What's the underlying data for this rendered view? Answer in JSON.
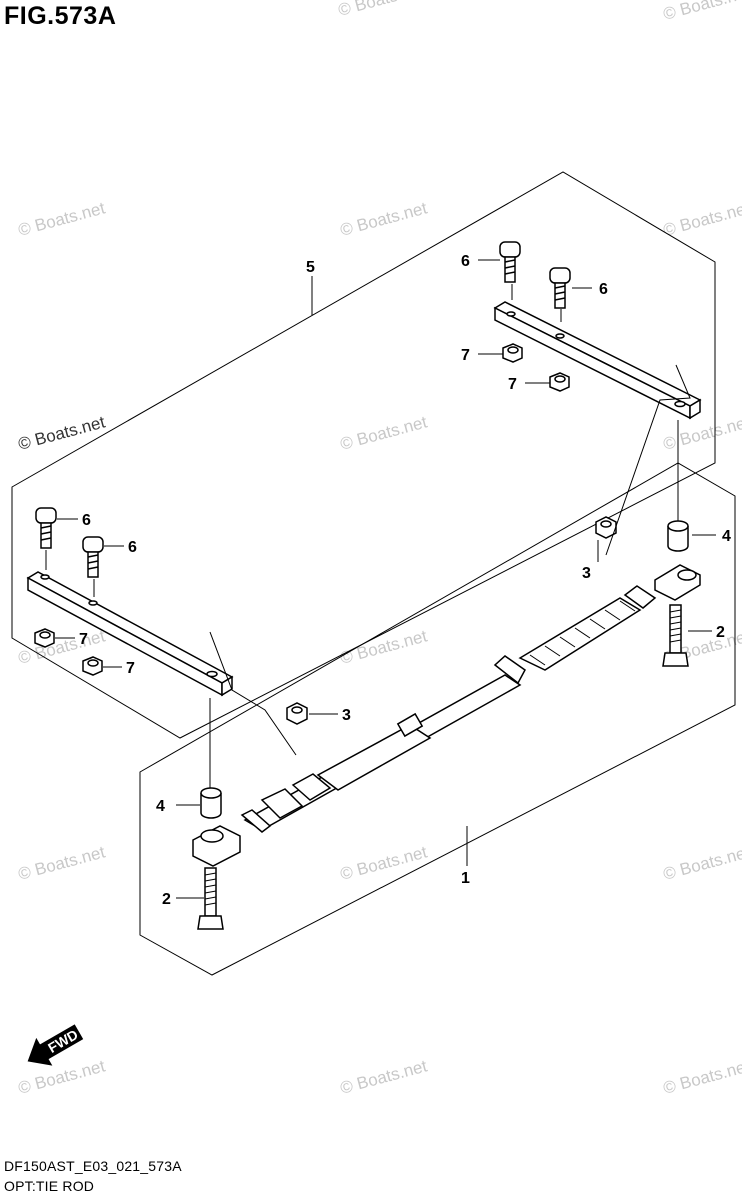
{
  "figure": {
    "title": "FIG.573A",
    "code": "DF150AST_E03_021_573A",
    "name": "OPT:TIE ROD"
  },
  "watermark": {
    "text": "© Boats.net",
    "color": "#c8c8c8"
  },
  "direction_label": "FWD",
  "callouts": {
    "p1": "1",
    "p2": "2",
    "p3": "3",
    "p4": "4",
    "p5": "5",
    "p6": "6",
    "p7": "7"
  }
}
